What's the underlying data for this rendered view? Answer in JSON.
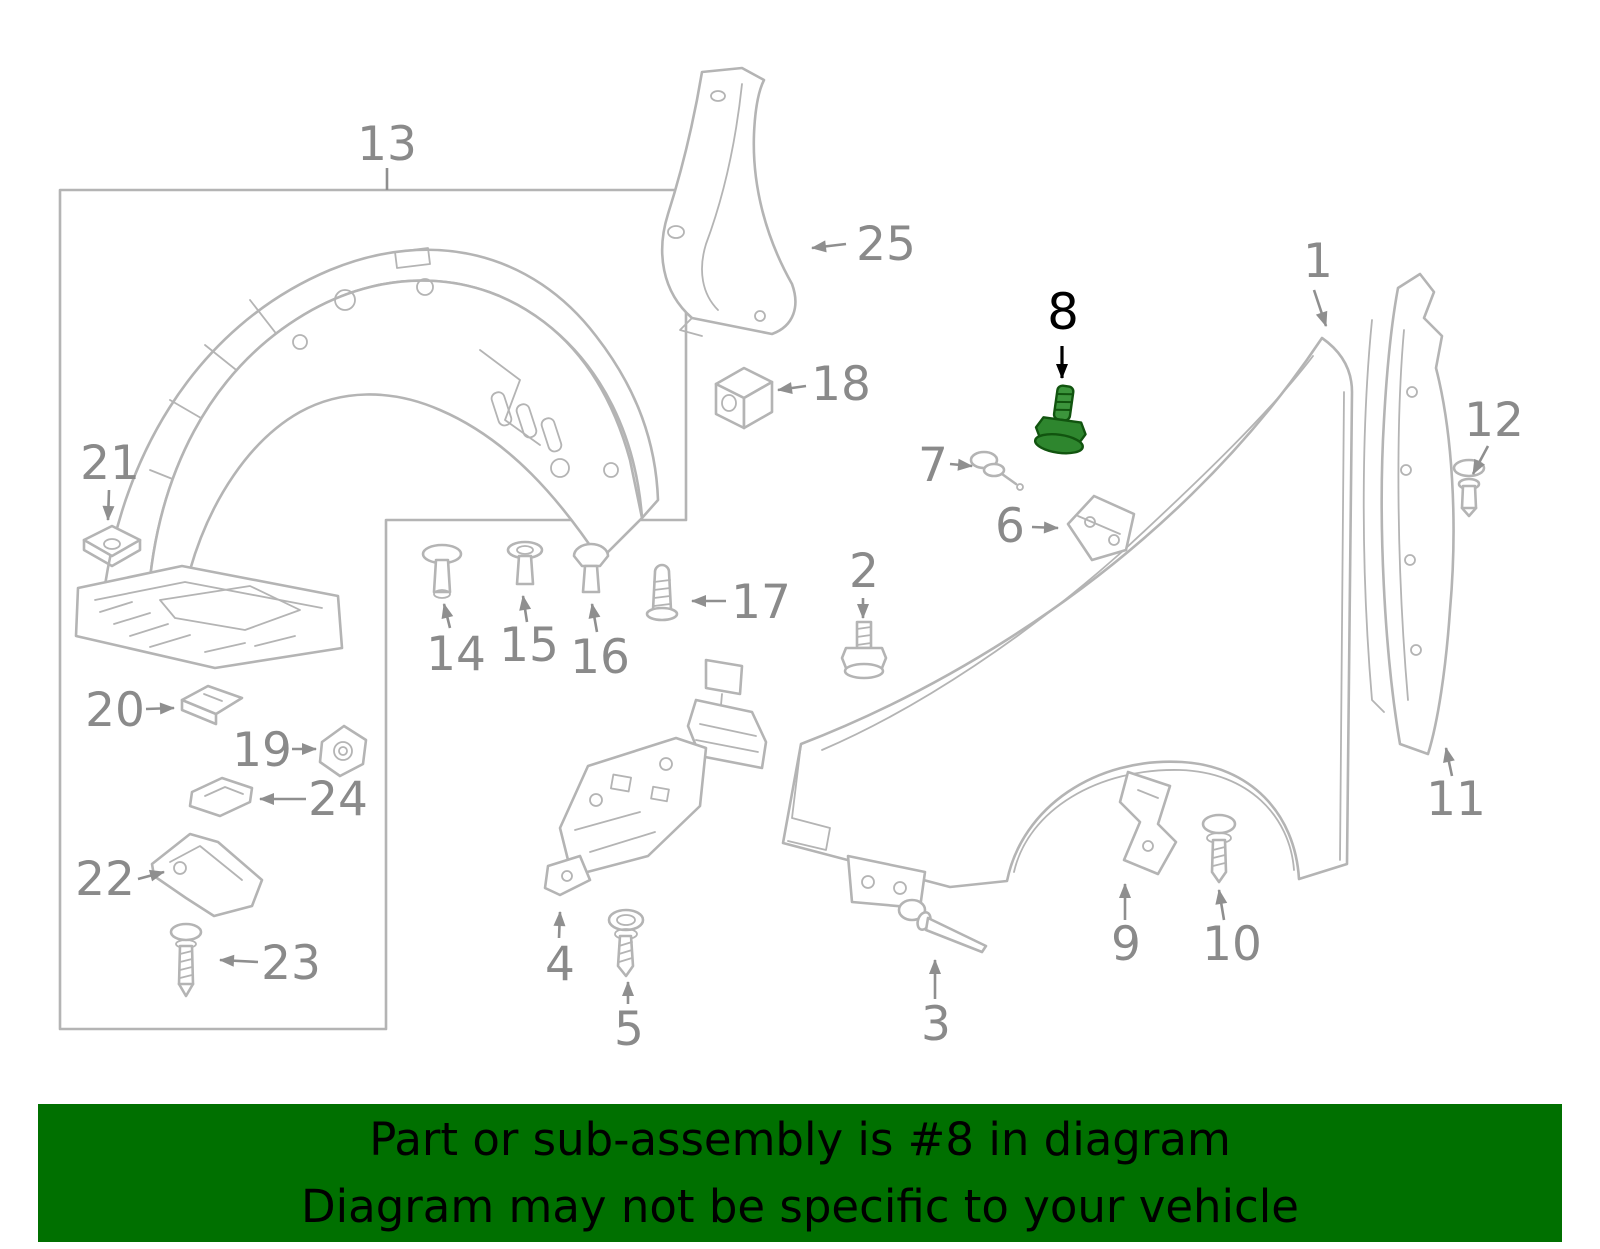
{
  "diagram": {
    "highlighted_part": "8",
    "description": "Front fender parts diagram"
  },
  "parts": {
    "p1": {
      "label": "1"
    },
    "p2": {
      "label": "2"
    },
    "p3": {
      "label": "3"
    },
    "p4": {
      "label": "4"
    },
    "p5": {
      "label": "5"
    },
    "p6": {
      "label": "6"
    },
    "p7": {
      "label": "7"
    },
    "p8": {
      "label": "8"
    },
    "p9": {
      "label": "9"
    },
    "p10": {
      "label": "10"
    },
    "p11": {
      "label": "11"
    },
    "p12": {
      "label": "12"
    },
    "p13": {
      "label": "13"
    },
    "p14": {
      "label": "14"
    },
    "p15": {
      "label": "15"
    },
    "p16": {
      "label": "16"
    },
    "p17": {
      "label": "17"
    },
    "p18": {
      "label": "18"
    },
    "p19": {
      "label": "19"
    },
    "p20": {
      "label": "20"
    },
    "p21": {
      "label": "21"
    },
    "p22": {
      "label": "22"
    },
    "p23": {
      "label": "23"
    },
    "p24": {
      "label": "24"
    },
    "p25": {
      "label": "25"
    }
  },
  "banner": {
    "line1": "Part or sub-assembly is #8 in diagram",
    "line2": "Diagram may not be specific to your vehicle"
  },
  "colors": {
    "banner_background": "#007000",
    "banner_text": "#000000",
    "line": "#b4b4b4",
    "label": "#8a8a8a",
    "highlight_label": "#000000",
    "highlight_fill": "#3c953c",
    "highlight_stroke": "#11540f"
  }
}
